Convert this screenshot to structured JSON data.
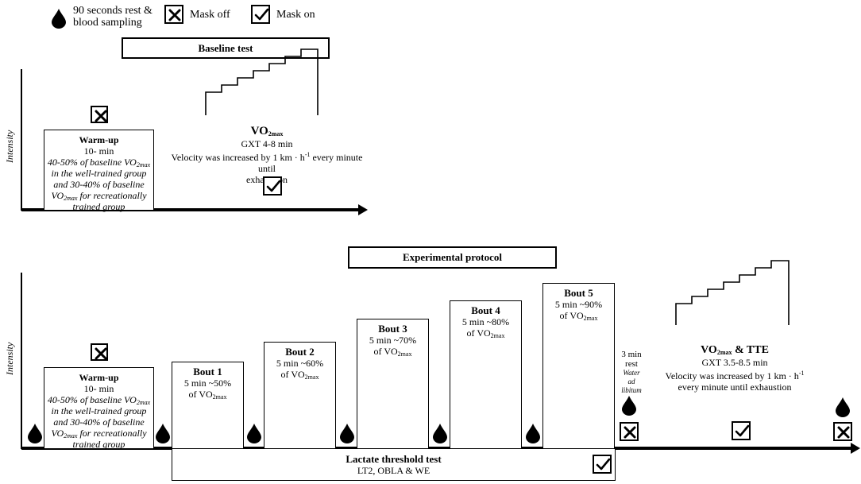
{
  "legend": {
    "drop_label": "90 seconds rest & blood sampling",
    "mask_off_label": "Mask off",
    "mask_on_label": "Mask on"
  },
  "baseline": {
    "header": "Baseline test",
    "y_axis_label": "Intensity",
    "warmup": {
      "title": "Warm-up",
      "duration": "10- min",
      "desc_1": "40-50% of baseline VO",
      "desc_1_sub": "2max",
      "desc_2": "in the well-trained group",
      "desc_3": "and 30-40% of baseline",
      "desc_4": "VO",
      "desc_4_sub": "2max",
      "desc_4_rest": " for recreationally",
      "desc_5": "trained group"
    },
    "vo2max": {
      "title": "VO",
      "title_sub": "2max",
      "line_1": "GXT 4-8 min",
      "line_2": "Velocity was increased by 1 km · h",
      "line_2_sup": "-1",
      "line_2_rest": " every minute until",
      "line_3": "exhaustion"
    }
  },
  "experimental": {
    "header": "Experimental protocol",
    "y_axis_label": "Intensity",
    "warmup": {
      "title": "Warm-up",
      "duration": "10- min",
      "desc_1": "40-50% of baseline VO",
      "desc_1_sub": "2max",
      "desc_2": "in the well-trained group",
      "desc_3": "and 30-40% of baseline",
      "desc_4": "VO",
      "desc_4_sub": "2max",
      "desc_4_rest": " for recreationally",
      "desc_5": "trained group"
    },
    "bouts": [
      {
        "title": "Bout 1",
        "line_1": "5 min  ~50%",
        "line_2": "of VO",
        "line_2_sub": "2max"
      },
      {
        "title": "Bout 2",
        "line_1": "5 min  ~60%",
        "line_2": "of VO",
        "line_2_sub": "2max"
      },
      {
        "title": "Bout 3",
        "line_1": "5 min  ~70%",
        "line_2": "of VO",
        "line_2_sub": "2max"
      },
      {
        "title": "Bout 4",
        "line_1": "5 min  ~80%",
        "line_2": "of VO",
        "line_2_sub": "2max"
      },
      {
        "title": "Bout 5",
        "line_1": "5 min  ~90%",
        "line_2": "of VO",
        "line_2_sub": "2max"
      }
    ],
    "rest": {
      "line_1": "3 min",
      "line_2": "rest",
      "line_3": "Water",
      "line_4": "ad",
      "line_5": "libitum"
    },
    "final": {
      "title": "VO",
      "title_sub": "2max",
      "title_rest": " & TTE",
      "line_1": "GXT 3.5-8.5 min",
      "line_2": "Velocity was increased by 1 km · h",
      "line_2_sup": "-1",
      "line_3": "every minute until exhaustion"
    },
    "lactate": {
      "title": "Lactate threshold test",
      "subtitle": "LT2, OBLA & WE"
    }
  }
}
